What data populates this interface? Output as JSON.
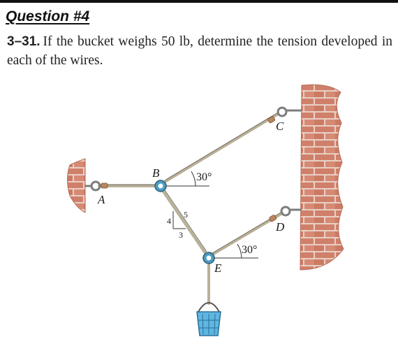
{
  "header": {
    "title": "Question #4"
  },
  "problem": {
    "number": "3–31.",
    "text": "If the bucket weighs 50 lb, determine the tension developed in each of the wires."
  },
  "figure": {
    "points": {
      "a": "A",
      "b": "B",
      "c": "C",
      "d": "D",
      "e": "E"
    },
    "angles": {
      "bc": "30°",
      "ed": "30°"
    },
    "slope": {
      "rise": "4",
      "run": "3",
      "hyp": "5"
    }
  },
  "colors": {
    "brick": "#d0806a",
    "mortar": "#e8cfc4",
    "wire": "#b9b098",
    "bucket": "#5fb6e3",
    "ring": "#4d9cc2"
  }
}
